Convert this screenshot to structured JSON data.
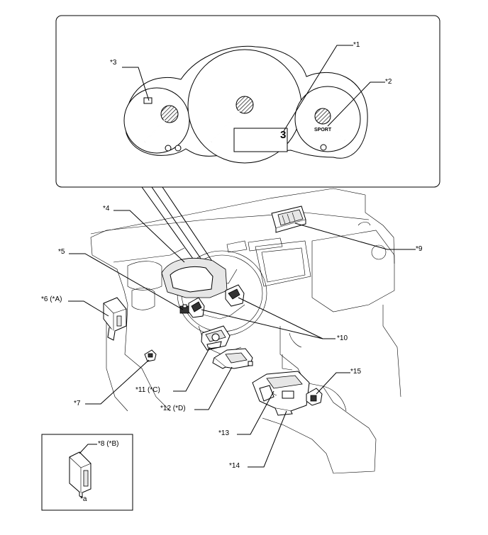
{
  "callouts": {
    "c1": "*1",
    "c2": "*2",
    "c3": "*3",
    "c4": "*4",
    "c5": "*5",
    "c6": "*6 (*A)",
    "c7": "*7",
    "c8": "*8 (*B)",
    "c9": "*9",
    "c10": "*10",
    "c11": "*11 (*C)",
    "c12": "*12 (*D)",
    "c13": "*13",
    "c14": "*14",
    "c15": "*15",
    "ca": "*a"
  },
  "meter": {
    "sport_text": "SPORT",
    "display_digit": "3"
  }
}
